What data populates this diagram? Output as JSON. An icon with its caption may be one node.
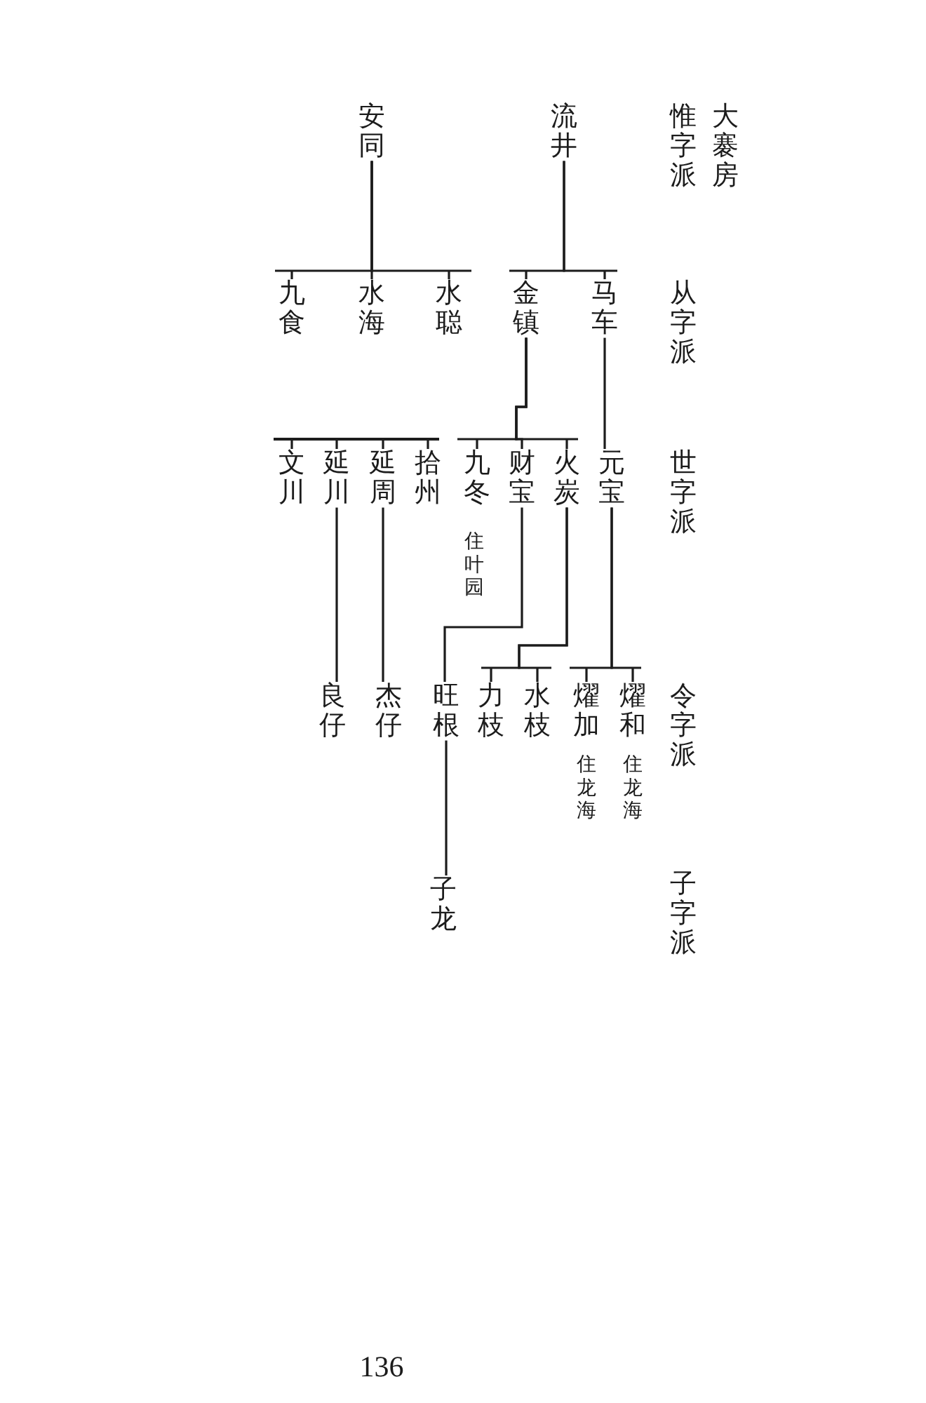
{
  "diagram": {
    "nodes": [
      {
        "text": [
          "安同"
        ]
      },
      {
        "text": [
          "流井"
        ]
      },
      {
        "text": [
          "九食"
        ]
      },
      {
        "text": [
          "水海"
        ]
      },
      {
        "text": [
          "水聪"
        ]
      },
      {
        "text": [
          "金镇"
        ]
      },
      {
        "text": [
          "马车"
        ]
      },
      {
        "text": [],
        "shape": "bar"
      },
      {
        "text": [
          "文川"
        ]
      },
      {
        "text": [
          "延川"
        ]
      },
      {
        "text": [
          "延周"
        ]
      },
      {
        "text": [
          "拾州"
        ]
      },
      {
        "text": [
          "九冬"
        ],
        "beside": [
          "住叶园"
        ]
      },
      {
        "text": [
          "财宝"
        ]
      },
      {
        "text": [
          "火炭"
        ]
      },
      {
        "text": [
          "元宝"
        ]
      },
      {
        "text": [
          "良仔"
        ]
      },
      {
        "text": [
          "杰仔"
        ]
      },
      {
        "text": [
          "旺根"
        ]
      },
      {
        "text": [
          "力枝"
        ]
      },
      {
        "text": [
          "水枝"
        ]
      },
      {
        "text": [
          "燿加"
        ],
        "beside": [
          "住龙海"
        ]
      },
      {
        "text": [
          "燿和"
        ],
        "beside": [
          "住龙海"
        ]
      },
      {
        "text": [
          "子龙"
        ]
      }
    ],
    "edges": [
      {
        "from": 0,
        "to": 2,
        "arrow": "none"
      },
      {
        "from": 0,
        "to": 3,
        "arrow": "none"
      },
      {
        "from": 0,
        "to": 4,
        "arrow": "none"
      },
      {
        "from": 1,
        "to": 5,
        "arrow": "none"
      },
      {
        "from": 1,
        "to": 6,
        "arrow": "none"
      },
      {
        "from": 7,
        "to": 8,
        "arrow": "none"
      },
      {
        "from": 7,
        "to": 9,
        "arrow": "none"
      },
      {
        "from": 7,
        "to": 10,
        "arrow": "none"
      },
      {
        "from": 7,
        "to": 11,
        "arrow": "none"
      },
      {
        "from": 5,
        "to": 12,
        "arrow": "none"
      },
      {
        "from": 5,
        "to": 13,
        "arrow": "none"
      },
      {
        "from": 5,
        "to": 14,
        "arrow": "none"
      },
      {
        "from": 6,
        "to": 15,
        "arrow": "none"
      },
      {
        "from": 9,
        "to": 16,
        "arrow": "none"
      },
      {
        "from": 10,
        "to": 17,
        "arrow": "none"
      },
      {
        "from": 13,
        "to": 18,
        "arrow": "none"
      },
      {
        "from": 14,
        "to": 19,
        "arrow": "none"
      },
      {
        "from": 14,
        "to": 20,
        "arrow": "none"
      },
      {
        "from": 15,
        "to": 21,
        "arrow": "none"
      },
      {
        "from": 15,
        "to": 22,
        "arrow": "none"
      },
      {
        "from": 18,
        "to": 23,
        "arrow": "none"
      }
    ],
    "labels": [
      "大褰房",
      "惟字派",
      "从字派",
      "世字派",
      "令字派",
      "子字派",
      "136"
    ]
  }
}
